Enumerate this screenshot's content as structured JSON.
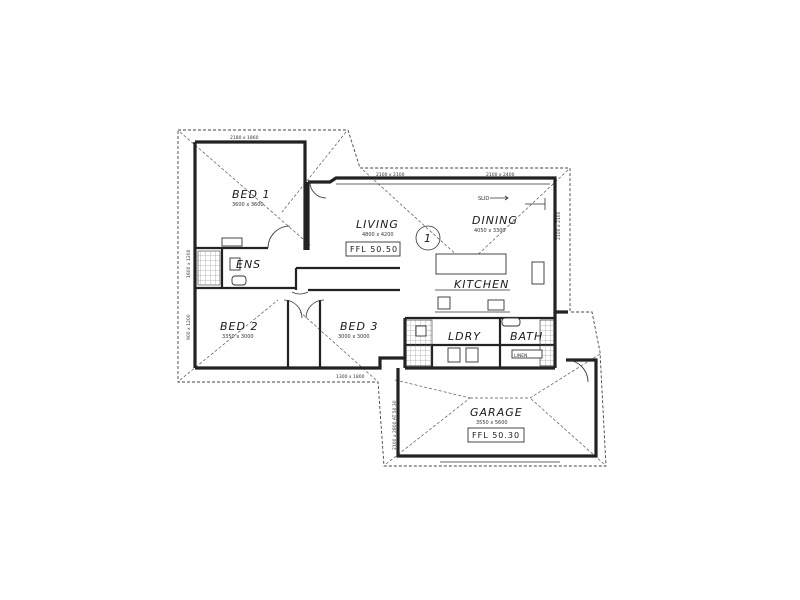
{
  "rooms": {
    "bed1": {
      "name": "BED 1",
      "size": "3600 x 3600"
    },
    "ens": {
      "name": "ENS"
    },
    "living": {
      "name": "LIVING",
      "size": "4800 x 4200"
    },
    "dining": {
      "name": "DINING",
      "size": "4050 x 3300"
    },
    "kitchen": {
      "name": "KITCHEN"
    },
    "bed2": {
      "name": "BED 2",
      "size": "3350 x 3000"
    },
    "bed3": {
      "name": "BED 3",
      "size": "3000 x 3000"
    },
    "ldry": {
      "name": "LDRY"
    },
    "bath": {
      "name": "BATH"
    },
    "garage": {
      "name": "GARAGE",
      "size": "3550 x 5600"
    }
  },
  "levels": {
    "living_ffl": "FFL 50.50",
    "garage_ffl": "FFL 50.30"
  },
  "marks": {
    "circle_mark": "1",
    "slid": "SLID"
  },
  "window_tags": {
    "bed1_top": "2180 x 1860",
    "living_top": "2100 x 2100",
    "dining_top": "2100 x 2400",
    "dining_right": "2100 x 2100",
    "left_mid": "1600 x 1200",
    "left_low": "900 x 1200",
    "bed2_bottom": "1300 x 1800",
    "garage_left": "2100 x 2800 AT 50.30",
    "linen": "LINEN"
  }
}
